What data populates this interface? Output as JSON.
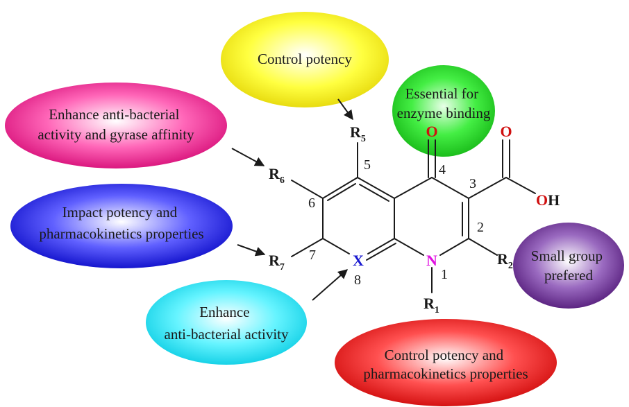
{
  "annotations": {
    "control_potency": [
      "Control potency"
    ],
    "enzyme_binding": [
      "Essential for",
      "enzyme binding"
    ],
    "anti_bacterial_gyrase": [
      "Enhance anti-bacterial",
      "activity and gyrase affinity"
    ],
    "impact_potency": [
      "Impact potency and",
      "pharmacokinetics properties"
    ],
    "small_group": [
      "Small group",
      "prefered"
    ],
    "enhance_anti_bacterial": [
      "Enhance",
      "anti-bacterial activity"
    ],
    "control_pk": [
      "Control potency and",
      "pharmacokinetics properties"
    ]
  },
  "atoms": {
    "O_keto": "O",
    "O_acid": "O",
    "OH": {
      "O": "O",
      "H": "H"
    },
    "N": "N",
    "X": "X",
    "R1": {
      "base": "R",
      "sub": "1"
    },
    "R2": {
      "base": "R",
      "sub": "2"
    },
    "R5": {
      "base": "R",
      "sub": "5"
    },
    "R6": {
      "base": "R",
      "sub": "6"
    },
    "R7": {
      "base": "R",
      "sub": "7"
    }
  },
  "positions": {
    "p1": "1",
    "p2": "2",
    "p3": "3",
    "p4": "4",
    "p5": "5",
    "p6": "6",
    "p7": "7",
    "p8": "8"
  },
  "colors": {
    "yellow": "#ffff00",
    "green": "#22dd22",
    "magenta": "#e6007e",
    "blue": "#1010e0",
    "purple": "#5a1a80",
    "cyan": "#00e6f0",
    "red": "#e01010",
    "oxygen": "#d01010",
    "nitrogen": "#e010e0",
    "x_atom": "#1a1ad0"
  }
}
